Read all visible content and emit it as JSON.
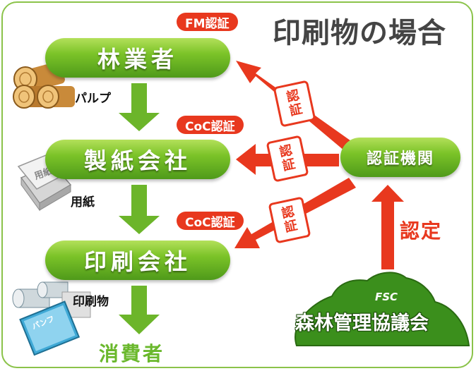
{
  "title": "印刷物の場合",
  "nodes": {
    "forestry": "林業者",
    "paper_company": "製紙会社",
    "printing_company": "印刷会社",
    "certifier": "認証機関"
  },
  "badges": {
    "fm": "FM認証",
    "coc_paper": "CoC認証",
    "coc_print": "CoC認証"
  },
  "flow_labels": {
    "pulp": "パルプ",
    "paper": "用紙",
    "printed": "印刷物"
  },
  "consumer": "消費者",
  "accreditation": "認定",
  "stamp": {
    "top": "認",
    "bottom": "証"
  },
  "fsc": {
    "logo": "FSC",
    "name": "森林管理協議会"
  },
  "illustration_text": {
    "paper_pack": "用紙",
    "pamphlet": "パンフ"
  },
  "colors": {
    "green": "#7bc328",
    "red": "#e8381e",
    "frame": "#8bc34a",
    "dark_green": "#2f6e14"
  }
}
